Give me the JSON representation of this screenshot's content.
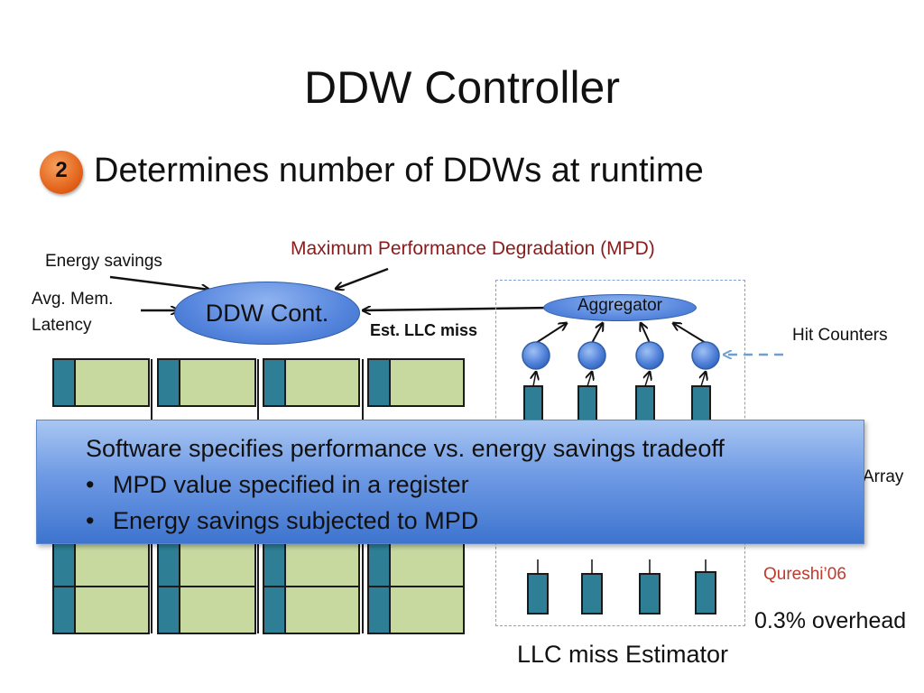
{
  "slide": {
    "title": "DDW Controller",
    "bullet_number": "2",
    "bullet_text": "Determines number of DDWs at runtime"
  },
  "diagram": {
    "energy_savings_label": "Energy savings",
    "avg_mem_latency_line1": "Avg. Mem.",
    "avg_mem_latency_line2": "Latency",
    "mpd_label": "Maximum Performance Degradation (MPD)",
    "ddw_cont_label": "DDW Cont.",
    "aggregator_label": "Aggregator",
    "est_llc_miss_label": "Est. LLC miss",
    "hit_counters_label": "Hit Counters",
    "array_label": "Array",
    "citation": "Qureshi’06",
    "overhead": "0.3% overhead",
    "estimator_label": "LLC miss Estimator"
  },
  "overlay": {
    "heading": "Software specifies performance vs. energy savings tradeoff",
    "items": [
      "MPD value specified in a register",
      "Energy savings subjected to MPD"
    ]
  },
  "colors": {
    "badge": "#e86a1f",
    "node_blue": "#5585dd",
    "cache_green": "#c8d9a0",
    "tag_teal": "#2e7f95",
    "mpd_red": "#8b1a1a",
    "citation_red": "#c0392b"
  }
}
